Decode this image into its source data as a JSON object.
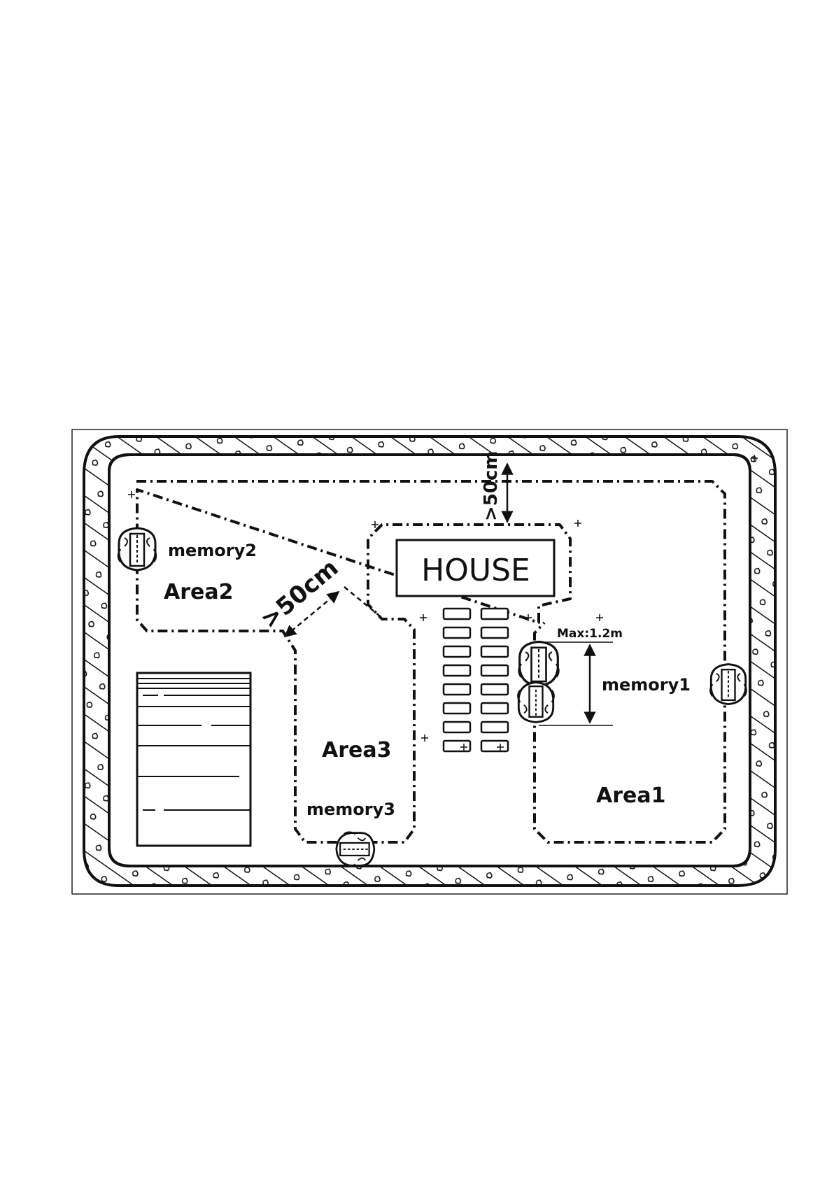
{
  "diagram": {
    "house_label": "HOUSE",
    "areas": [
      "Area1",
      "Area2",
      "Area3"
    ],
    "memories": [
      "memory1",
      "memory2",
      "memory3"
    ],
    "distance_top": ">50cm",
    "distance_diagonal": ">50cm",
    "max_width": "Max:1.2m"
  },
  "colors": {
    "ink": "#111111",
    "background": "#ffffff"
  },
  "icons": [
    "robot-mower-icon",
    "hatch-border-pattern"
  ]
}
